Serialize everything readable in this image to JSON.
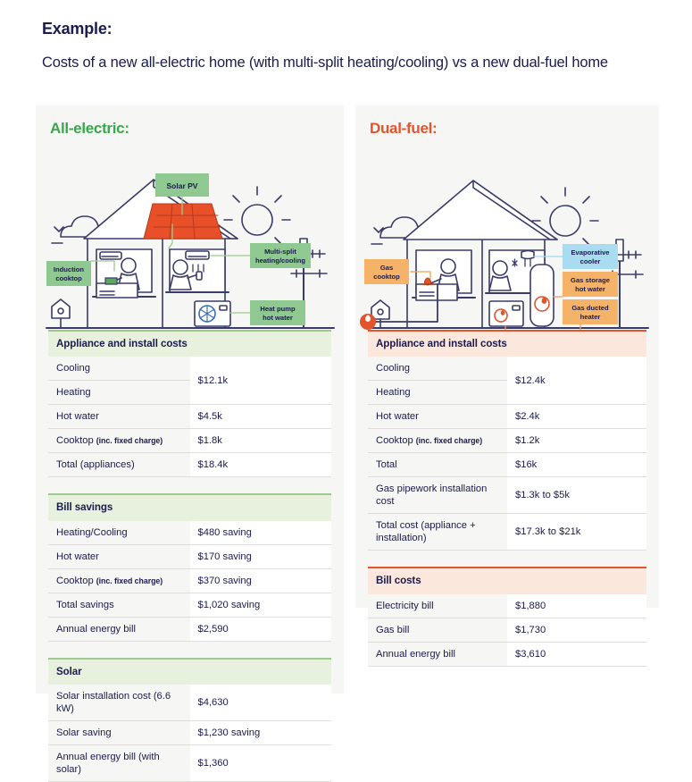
{
  "header": {
    "eyebrow": "Example:",
    "description": "Costs of a new all-electric home (with multi-split heating/cooling) vs a new dual-fuel home"
  },
  "colors": {
    "navy": "#1b1b4d",
    "green": "#37a84b",
    "green_light": "#6fc183",
    "green_bold": "#2fb457",
    "green_header_bg": "#e7f1dd",
    "green_label_box": "#8fc890",
    "orange": "#e2542d",
    "orange_header_bg": "#fce7dc",
    "orange_label_box": "#f5b36a",
    "blue_label_box": "#a9dcf0",
    "solar_panel": "#e8502a",
    "panel_bg": "#f6f6f4"
  },
  "panels": {
    "left": {
      "title": "All-electric:",
      "illustration": {
        "name": "all-electric-house-illustration",
        "labels": [
          {
            "text": "Solar PV",
            "style": "green"
          },
          {
            "text": "Induction cooktop",
            "style": "green"
          },
          {
            "text": "Multi-split heating/cooling",
            "style": "green"
          },
          {
            "text": "Heat pump hot water",
            "style": "green"
          }
        ]
      },
      "tables": [
        {
          "name": "appliance-install-costs",
          "header": "Appliance and install costs",
          "rows": [
            {
              "label": "Cooling",
              "sublabel": "",
              "value": "$12.1k",
              "merged_start": true,
              "bold": false,
              "accent": "none"
            },
            {
              "label": "Heating",
              "sublabel": "",
              "value": "",
              "merged_cont": true,
              "bold": false,
              "accent": "none"
            },
            {
              "label": "Hot water",
              "sublabel": "",
              "value": "$4.5k",
              "bold": false,
              "accent": "none"
            },
            {
              "label": "Cooktop",
              "sublabel": "(inc. fixed charge)",
              "value": "$1.8k",
              "bold": false,
              "accent": "none"
            },
            {
              "label": "Total (appliances)",
              "sublabel": "",
              "value": "$18.4k",
              "bold": true,
              "accent": "none"
            }
          ]
        },
        {
          "name": "bill-savings",
          "header": "Bill savings",
          "rows": [
            {
              "label": "Heating/Cooling",
              "sublabel": "",
              "value": "$480 saving",
              "bold": false,
              "accent": "save-light"
            },
            {
              "label": "Hot water",
              "sublabel": "",
              "value": "$170 saving",
              "bold": false,
              "accent": "save-light"
            },
            {
              "label": "Cooktop",
              "sublabel": "(inc. fixed charge)",
              "value": "$370 saving",
              "bold": false,
              "accent": "save-light"
            },
            {
              "label": "Total savings",
              "sublabel": "",
              "value": "$1,020 saving",
              "bold": true,
              "accent": "save-bold"
            },
            {
              "label": "Annual energy bill",
              "sublabel": "",
              "value": "$2,590",
              "bold": true,
              "accent": "none"
            }
          ]
        },
        {
          "name": "solar",
          "header": "Solar",
          "rows": [
            {
              "label": "Solar installation cost (6.6 kW)",
              "sublabel": "",
              "value": "$4,630",
              "bold": false,
              "accent": "none"
            },
            {
              "label": "Solar saving",
              "sublabel": "",
              "value": "$1,230 saving",
              "bold": false,
              "accent": "save-light"
            },
            {
              "label": "Annual energy bill (with solar)",
              "sublabel": "",
              "value": "$1,360",
              "bold": true,
              "accent": "none"
            }
          ]
        }
      ]
    },
    "right": {
      "title": "Dual-fuel:",
      "illustration": {
        "name": "dual-fuel-house-illustration",
        "labels": [
          {
            "text": "Gas cooktop",
            "style": "orange"
          },
          {
            "text": "Evaporative cooler",
            "style": "blue"
          },
          {
            "text": "Gas storage hot water",
            "style": "orange"
          },
          {
            "text": "Gas ducted heater",
            "style": "orange"
          }
        ]
      },
      "tables": [
        {
          "name": "appliance-install-costs",
          "header": "Appliance and install costs",
          "rows": [
            {
              "label": "Cooling",
              "sublabel": "",
              "value": "$12.4k",
              "merged_start": true,
              "bold": false,
              "accent": "none"
            },
            {
              "label": "Heating",
              "sublabel": "",
              "value": "",
              "merged_cont": true,
              "bold": false,
              "accent": "none"
            },
            {
              "label": "Hot water",
              "sublabel": "",
              "value": "$2.4k",
              "bold": false,
              "accent": "none"
            },
            {
              "label": "Cooktop",
              "sublabel": "(inc. fixed charge)",
              "value": "$1.2k",
              "bold": false,
              "accent": "none"
            },
            {
              "label": "Total",
              "sublabel": "",
              "value": "$16k",
              "bold": true,
              "accent": "none"
            },
            {
              "label": "Gas pipework installation cost",
              "sublabel": "",
              "value": "$1.3k to $5k",
              "bold": false,
              "accent": "none"
            },
            {
              "label": "Total cost (appliance + installation)",
              "sublabel": "",
              "value": "$17.3k to $21k",
              "bold": true,
              "accent": "none"
            }
          ]
        },
        {
          "name": "bill-costs",
          "header": "Bill costs",
          "rows": [
            {
              "label": "Electricity bill",
              "sublabel": "",
              "value": "$1,880",
              "bold": false,
              "accent": "none"
            },
            {
              "label": "Gas bill",
              "sublabel": "",
              "value": "$1,730",
              "bold": false,
              "accent": "none"
            },
            {
              "label": "Annual energy bill",
              "sublabel": "",
              "value": "$3,610",
              "bold": true,
              "accent": "none"
            }
          ]
        }
      ]
    }
  }
}
